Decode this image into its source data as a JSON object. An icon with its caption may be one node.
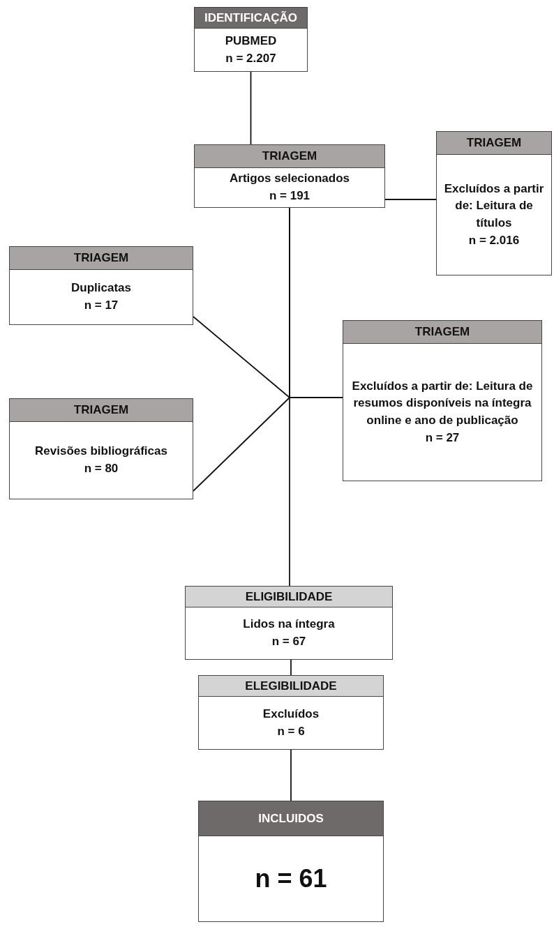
{
  "diagram": {
    "nodes": [
      {
        "text": [
          "IDENTIFICAÇÃO",
          "PUBMED",
          "n = 2.207"
        ]
      },
      {
        "text": [
          "TRIAGEM",
          "Artigos selecionados",
          "n = 191"
        ]
      },
      {
        "text": [
          "TRIAGEM",
          "Excluídos a partir de: Leitura de títulos",
          "n = 2.016"
        ]
      },
      {
        "text": [
          "TRIAGEM",
          "Duplicatas",
          "n = 17"
        ]
      },
      {
        "text": [
          "TRIAGEM",
          "Excluídos a partir de: Leitura de resumos disponíveis na íntegra online e ano de publicação",
          "n = 27"
        ]
      },
      {
        "text": [
          "TRIAGEM",
          "Revisões bibliográficas",
          "n = 80"
        ]
      },
      {
        "text": [
          "ELIGIBILIDADE",
          "Lidos na íntegra",
          "n = 67"
        ]
      },
      {
        "text": [
          "ELEGIBILIDADE",
          "Excluídos",
          "n = 6"
        ]
      },
      {
        "text": [
          "INCLUIDOS",
          "n = 61"
        ]
      }
    ],
    "edges": [
      {
        "from": 0,
        "to": 1,
        "arrow": "none"
      },
      {
        "from": 1,
        "to": 2,
        "arrow": "none"
      },
      {
        "from": 1,
        "to": 3,
        "arrow": "none"
      },
      {
        "from": 1,
        "to": 5,
        "arrow": "none"
      },
      {
        "from": 1,
        "to": 4,
        "arrow": "none"
      },
      {
        "from": 1,
        "to": 6,
        "arrow": "none"
      },
      {
        "from": 6,
        "to": 7,
        "arrow": "none"
      },
      {
        "from": 7,
        "to": 8,
        "arrow": "none"
      }
    ]
  }
}
